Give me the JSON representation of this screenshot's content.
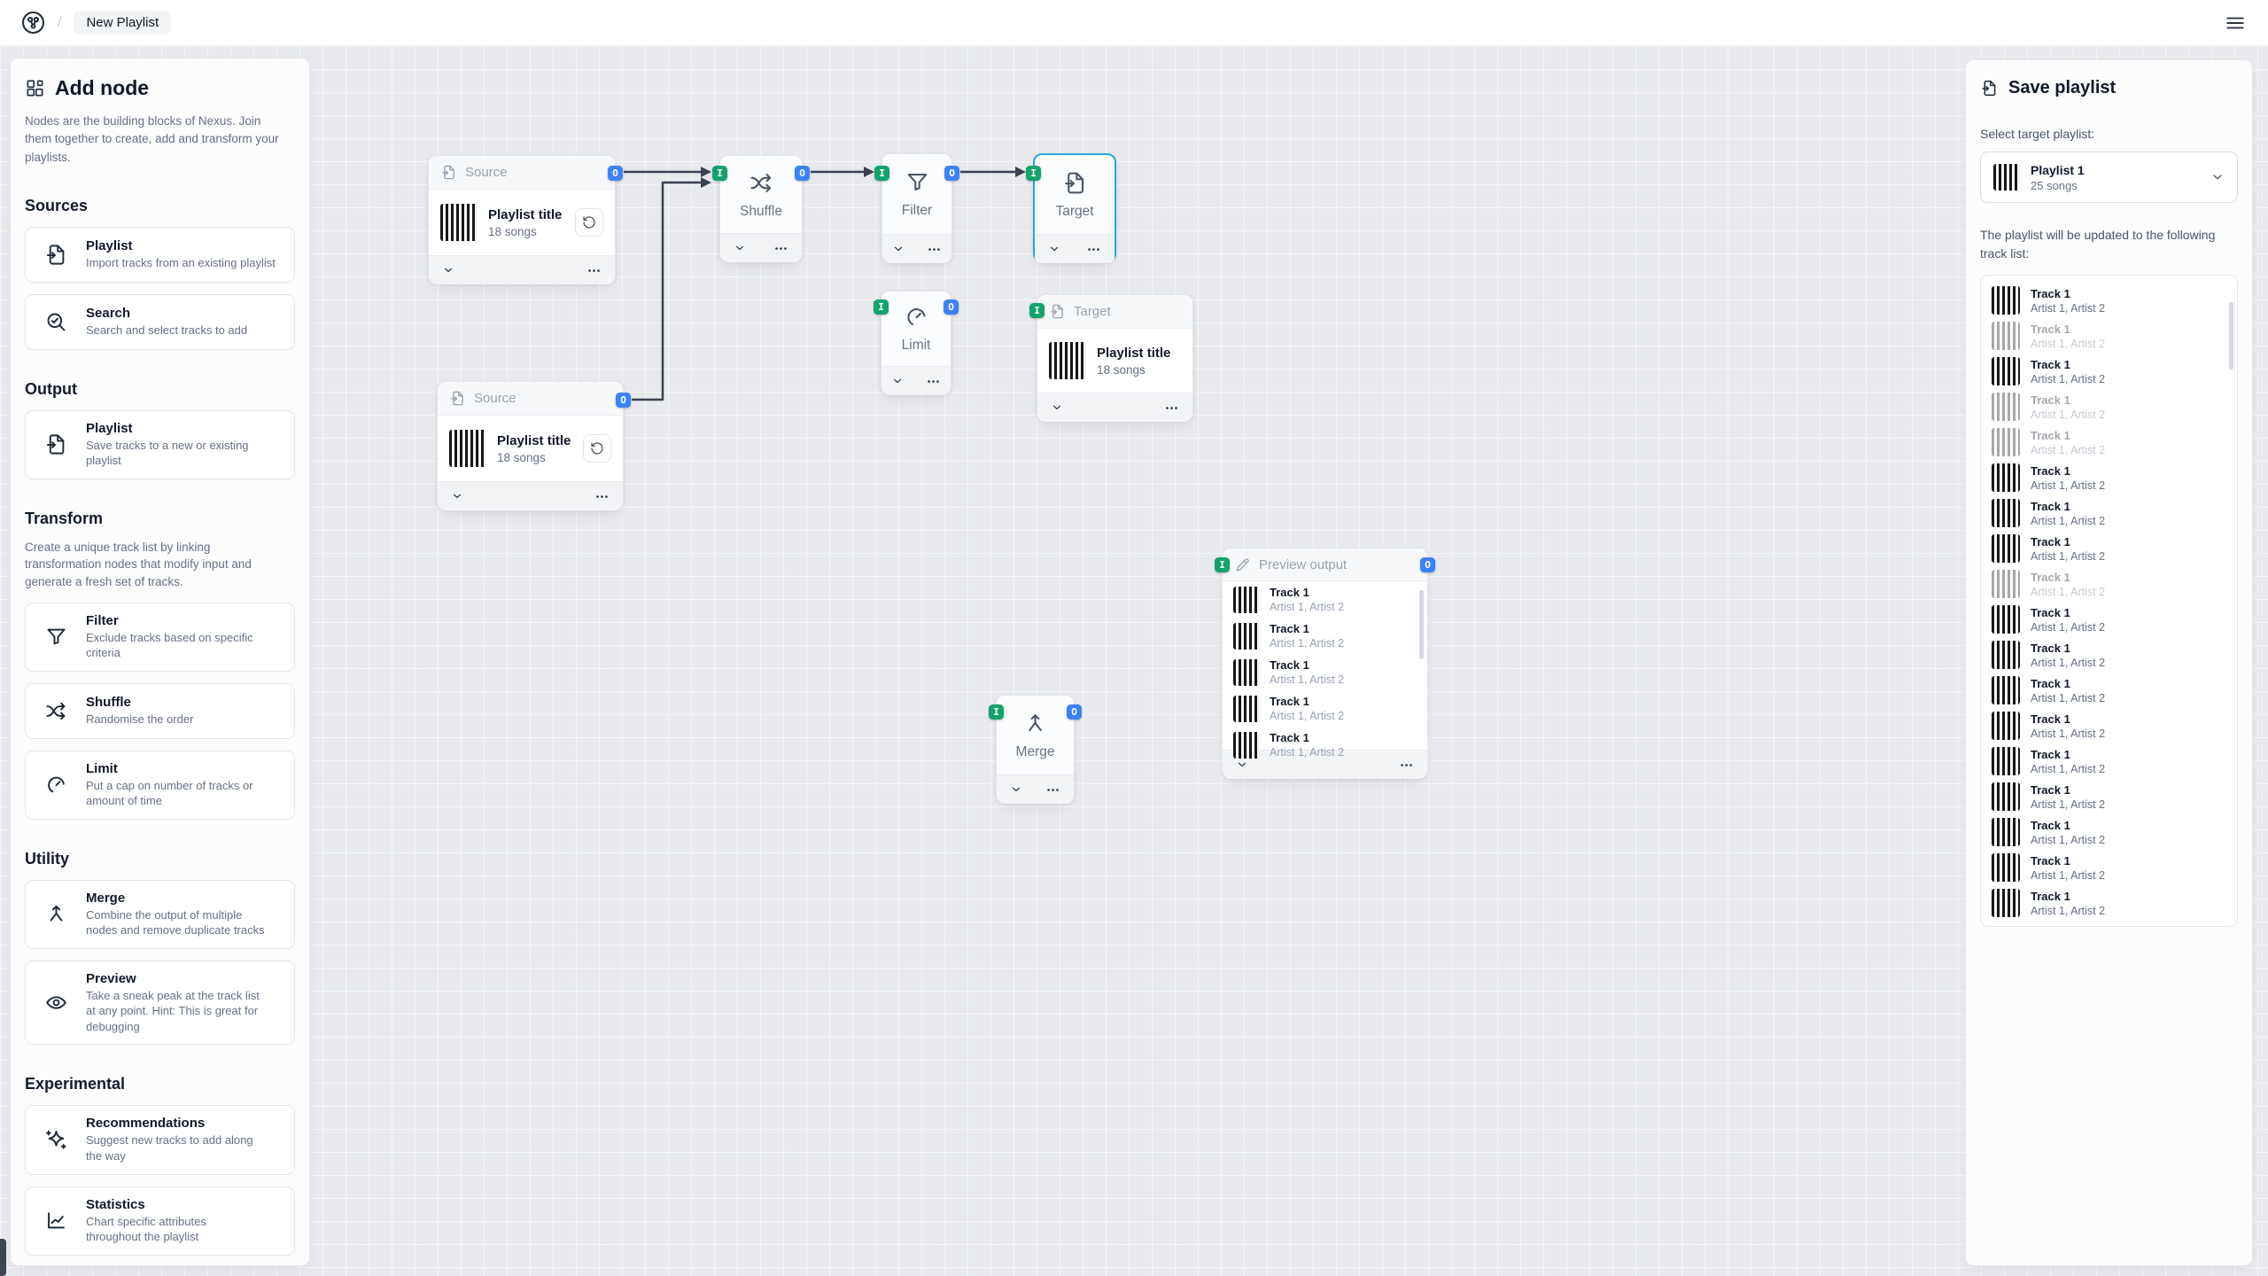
{
  "colors": {
    "input_badge": "#12a36c",
    "output_badge": "#3b82f6",
    "selected_node": "#27a7e2",
    "connector": "#3a4150"
  },
  "header": {
    "title": "New Playlist",
    "separator": "/"
  },
  "sidebar": {
    "title": "Add node",
    "description": "Nodes are the building blocks of Nexus. Join them together to create, add and transform your playlists.",
    "sections": [
      {
        "heading": "Sources",
        "items": [
          {
            "icon": "playlist-import-icon",
            "title": "Playlist",
            "description": "Import tracks from an existing playlist"
          },
          {
            "icon": "search-icon",
            "title": "Search",
            "description": "Search and select tracks to add"
          }
        ]
      },
      {
        "heading": "Output",
        "items": [
          {
            "icon": "playlist-save-icon",
            "title": "Playlist",
            "description": "Save tracks to a new or existing playlist"
          }
        ]
      },
      {
        "heading": "Transform",
        "description": "Create a unique track list by linking transformation nodes that modify input and generate a fresh set of tracks.",
        "items": [
          {
            "icon": "filter-icon",
            "title": "Filter",
            "description": "Exclude tracks based on specific criteria"
          },
          {
            "icon": "shuffle-icon",
            "title": "Shuffle",
            "description": "Randomise the order"
          },
          {
            "icon": "limit-icon",
            "title": "Limit",
            "description": "Put a cap on number of tracks or amount of time"
          }
        ]
      },
      {
        "heading": "Utility",
        "items": [
          {
            "icon": "merge-icon",
            "title": "Merge",
            "description": "Combine the output of multiple nodes and remove duplicate tracks"
          },
          {
            "icon": "preview-icon",
            "title": "Preview",
            "description": "Take a sneak peak at the track list at any point. Hint: This is great for debugging"
          }
        ]
      },
      {
        "heading": "Experimental",
        "items": [
          {
            "icon": "recommendations-icon",
            "title": "Recommendations",
            "description": "Suggest new tracks to add along the way"
          },
          {
            "icon": "statistics-icon",
            "title": "Statistics",
            "description": "Chart specific attributes throughout the playlist"
          }
        ]
      }
    ]
  },
  "canvas": {
    "badge_input": "I",
    "badge_output": "O",
    "nodes": {
      "source1": {
        "label": "Source",
        "playlist_title": "Playlist title",
        "playlist_meta": "18 songs"
      },
      "source2": {
        "label": "Source",
        "playlist_title": "Playlist title",
        "playlist_meta": "18 songs"
      },
      "shuffle": {
        "label": "Shuffle"
      },
      "filter": {
        "label": "Filter"
      },
      "target1": {
        "label": "Target",
        "selected": true
      },
      "limit": {
        "label": "Limit"
      },
      "target2": {
        "label": "Target",
        "playlist_title": "Playlist title",
        "playlist_meta": "18 songs"
      },
      "merge": {
        "label": "Merge"
      },
      "preview": {
        "label": "Preview output",
        "tracks": [
          {
            "title": "Track 1",
            "artists": "Artist 1, Artist 2"
          },
          {
            "title": "Track 1",
            "artists": "Artist 1, Artist 2"
          },
          {
            "title": "Track 1",
            "artists": "Artist 1, Artist 2"
          },
          {
            "title": "Track 1",
            "artists": "Artist 1, Artist 2"
          },
          {
            "title": "Track 1",
            "artists": "Artist 1, Artist 2"
          }
        ]
      }
    }
  },
  "save_panel": {
    "title": "Save playlist",
    "select_label": "Select target playlist:",
    "selected_playlist": {
      "title": "Playlist 1",
      "meta": "25 songs"
    },
    "info": "The playlist will be updated to the following track list:",
    "tracks": [
      {
        "title": "Track 1",
        "artists": "Artist 1, Artist 2",
        "faded": false
      },
      {
        "title": "Track 1",
        "artists": "Artist 1, Artist 2",
        "faded": true
      },
      {
        "title": "Track 1",
        "artists": "Artist 1, Artist 2",
        "faded": false
      },
      {
        "title": "Track 1",
        "artists": "Artist 1, Artist 2",
        "faded": true
      },
      {
        "title": "Track 1",
        "artists": "Artist 1, Artist 2",
        "faded": true
      },
      {
        "title": "Track 1",
        "artists": "Artist 1, Artist 2",
        "faded": false
      },
      {
        "title": "Track 1",
        "artists": "Artist 1, Artist 2",
        "faded": false
      },
      {
        "title": "Track 1",
        "artists": "Artist 1, Artist 2",
        "faded": false
      },
      {
        "title": "Track 1",
        "artists": "Artist 1, Artist 2",
        "faded": true
      },
      {
        "title": "Track 1",
        "artists": "Artist 1, Artist 2",
        "faded": false
      },
      {
        "title": "Track 1",
        "artists": "Artist 1, Artist 2",
        "faded": false
      },
      {
        "title": "Track 1",
        "artists": "Artist 1, Artist 2",
        "faded": false
      },
      {
        "title": "Track 1",
        "artists": "Artist 1, Artist 2",
        "faded": false
      },
      {
        "title": "Track 1",
        "artists": "Artist 1, Artist 2",
        "faded": false
      },
      {
        "title": "Track 1",
        "artists": "Artist 1, Artist 2",
        "faded": false
      },
      {
        "title": "Track 1",
        "artists": "Artist 1, Artist 2",
        "faded": false
      },
      {
        "title": "Track 1",
        "artists": "Artist 1, Artist 2",
        "faded": false
      },
      {
        "title": "Track 1",
        "artists": "Artist 1, Artist 2",
        "faded": false
      }
    ]
  }
}
